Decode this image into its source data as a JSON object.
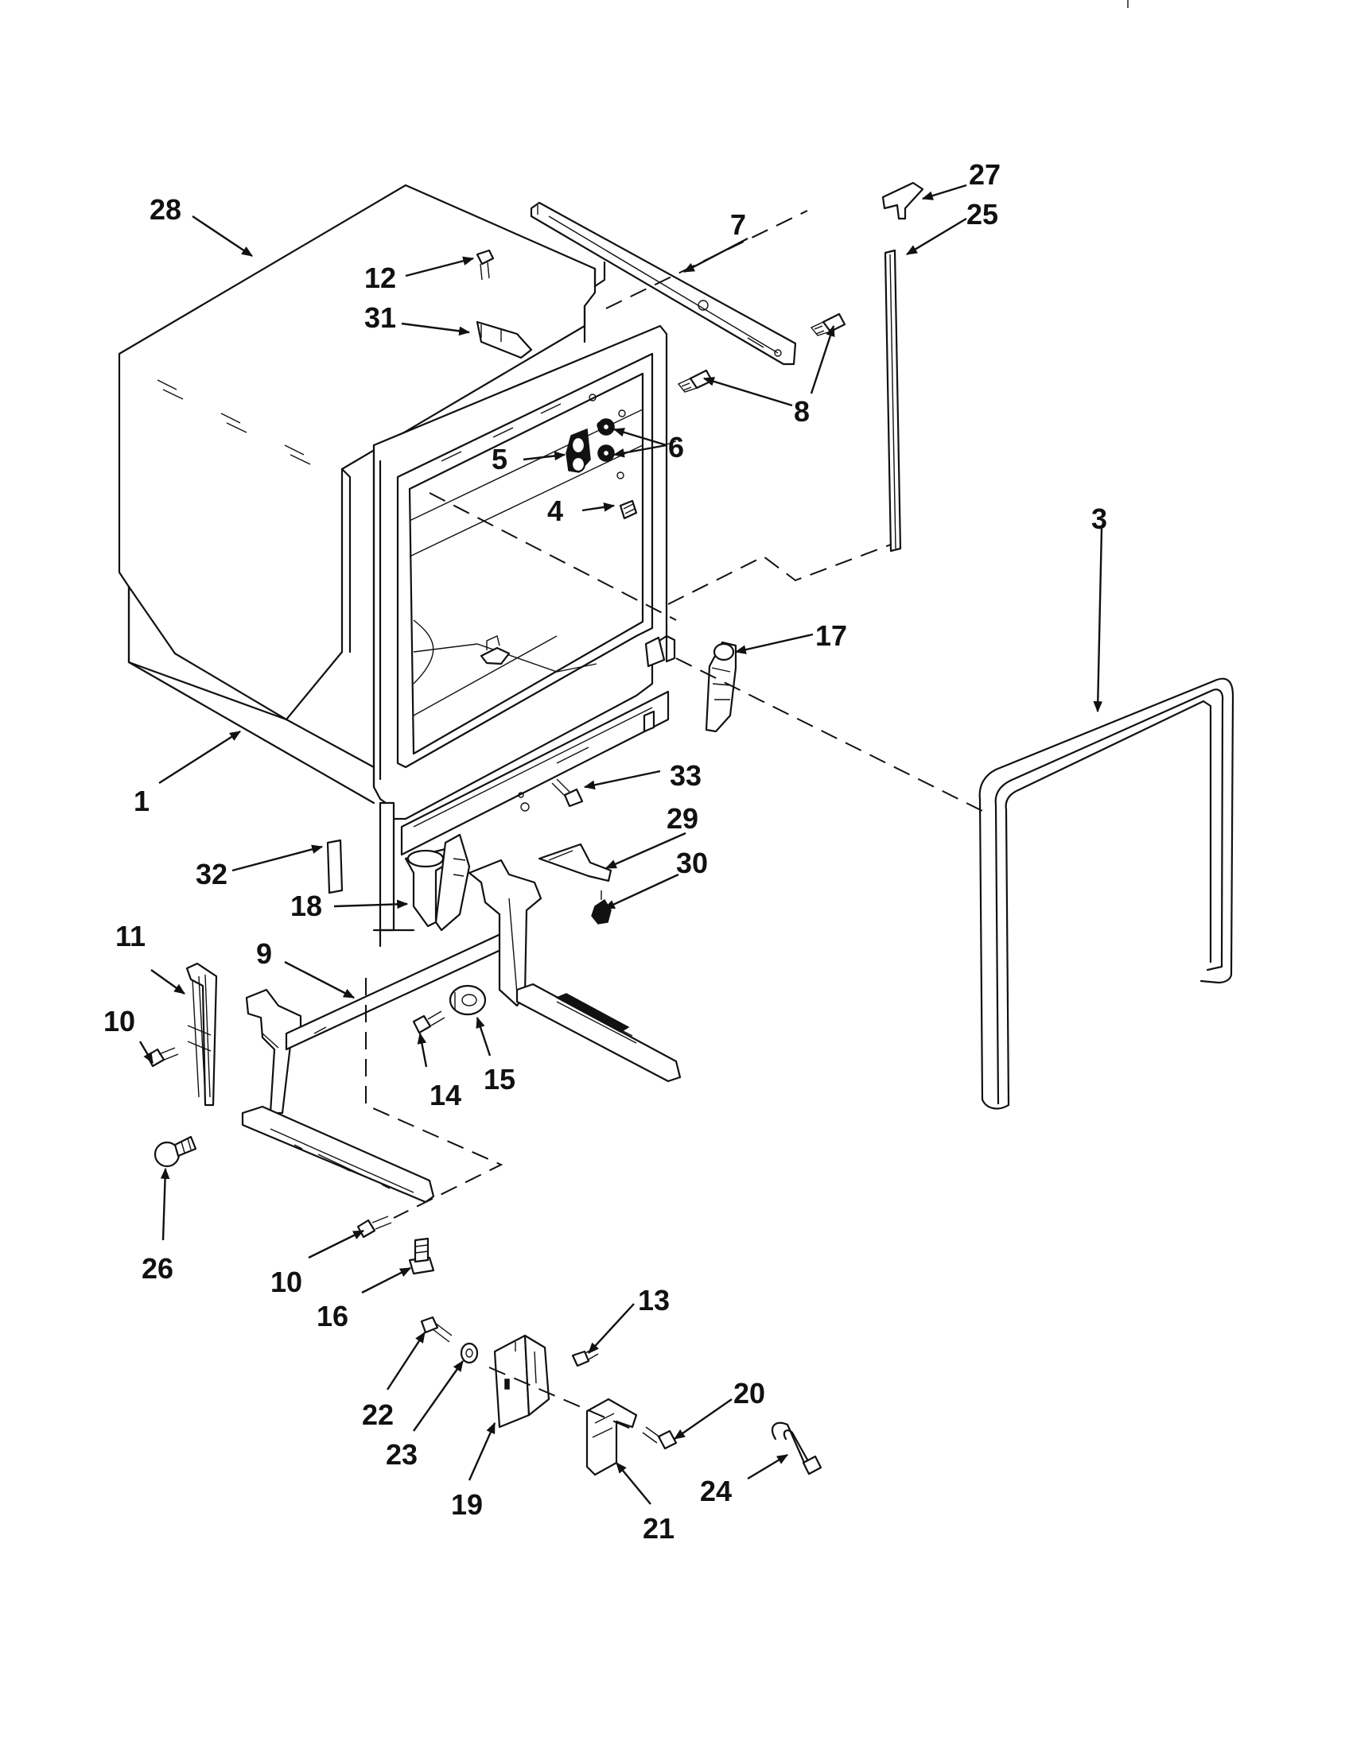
{
  "diagram": {
    "callouts": [
      {
        "id": "c1",
        "label": "1"
      },
      {
        "id": "c3",
        "label": "3"
      },
      {
        "id": "c4",
        "label": "4"
      },
      {
        "id": "c5",
        "label": "5"
      },
      {
        "id": "c6",
        "label": "6"
      },
      {
        "id": "c7",
        "label": "7"
      },
      {
        "id": "c8",
        "label": "8"
      },
      {
        "id": "c9",
        "label": "9"
      },
      {
        "id": "c10a",
        "label": "10"
      },
      {
        "id": "c10b",
        "label": "10"
      },
      {
        "id": "c11",
        "label": "11"
      },
      {
        "id": "c12",
        "label": "12"
      },
      {
        "id": "c13",
        "label": "13"
      },
      {
        "id": "c14",
        "label": "14"
      },
      {
        "id": "c15",
        "label": "15"
      },
      {
        "id": "c16",
        "label": "16"
      },
      {
        "id": "c17",
        "label": "17"
      },
      {
        "id": "c18",
        "label": "18"
      },
      {
        "id": "c19",
        "label": "19"
      },
      {
        "id": "c20",
        "label": "20"
      },
      {
        "id": "c21",
        "label": "21"
      },
      {
        "id": "c22",
        "label": "22"
      },
      {
        "id": "c23",
        "label": "23"
      },
      {
        "id": "c24",
        "label": "24"
      },
      {
        "id": "c25",
        "label": "25"
      },
      {
        "id": "c26",
        "label": "26"
      },
      {
        "id": "c27",
        "label": "27"
      },
      {
        "id": "c28",
        "label": "28"
      },
      {
        "id": "c29",
        "label": "29"
      },
      {
        "id": "c30",
        "label": "30"
      },
      {
        "id": "c31",
        "label": "31"
      },
      {
        "id": "c32",
        "label": "32"
      },
      {
        "id": "c33",
        "label": "33"
      }
    ]
  }
}
